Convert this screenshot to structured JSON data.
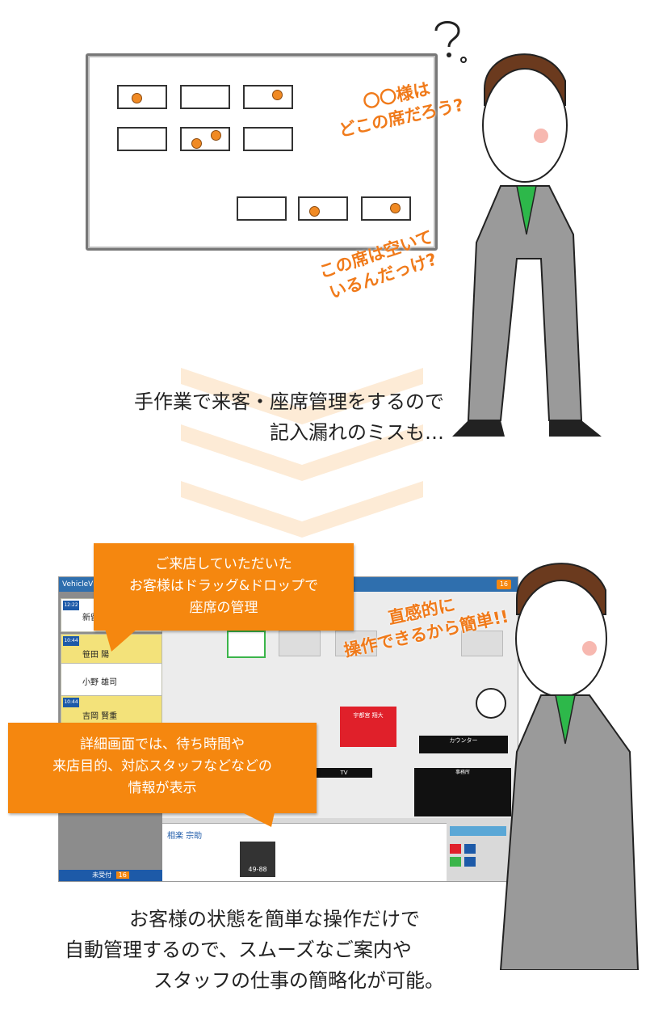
{
  "top_section": {
    "bubble_1": [
      "〇〇様は",
      "どこの席だろう?"
    ],
    "bubble_2": [
      "この席は空いて",
      "いるんだっけ?"
    ],
    "caption": [
      "手作業で来客・座席管理をするので",
      "記入漏れのミスも…"
    ]
  },
  "bottom_section": {
    "callout_1": [
      "ご来店していただいた",
      "お客様はドラッグ&ドロップで",
      "座席の管理"
    ],
    "callout_2": [
      "詳細画面では、待ち時間や",
      "来店目的、対応スタッフなどなどの",
      "情報が表示"
    ],
    "exclaim": [
      "直感的に",
      "操作できるから簡単!!"
    ],
    "caption": [
      "お客様の状態を簡単な操作だけで",
      "自動管理するので、スムーズなご案内や",
      "スタッフの仕事の簡略化が可能。"
    ]
  },
  "app": {
    "title": "VehicleVis",
    "badge": "16",
    "cards": [
      {
        "time": "12:22",
        "name": "新留"
      },
      {
        "time": "10:44",
        "name": "笹田 陽"
      },
      {
        "time": "",
        "name": "小野 雄司"
      },
      {
        "time": "10:44",
        "name": "吉岡 賢重"
      }
    ],
    "footer": "未受付",
    "footer_count": "16",
    "tv_label": "TV",
    "counter_label": "カウンター",
    "office_label": "事務所",
    "detail_name": "相楽 宗助",
    "plate": "49-88",
    "highlight_name": "宇都宮 翔大",
    "colors": {
      "accent": "#f5870f",
      "header": "#2f6fae",
      "card": "#f3e27a"
    }
  }
}
